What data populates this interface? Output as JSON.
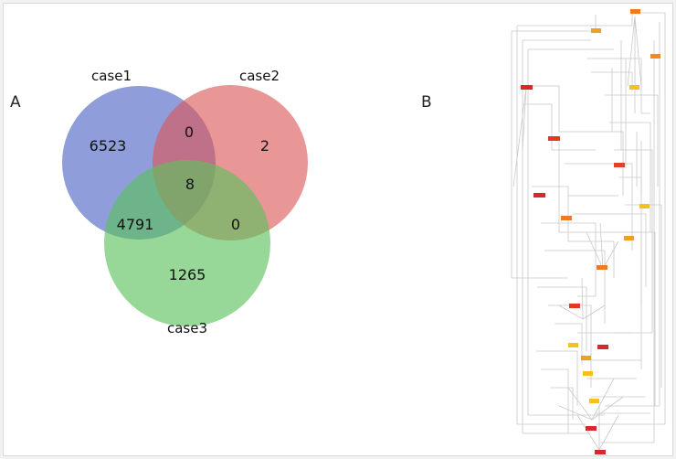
{
  "panel_a": {
    "label": "A",
    "title": "",
    "sets": [
      {
        "name": "case1",
        "color": "#6f86d2"
      },
      {
        "name": "case2",
        "color": "#e06a6c"
      },
      {
        "name": "case3",
        "color": "#6bc56b"
      }
    ],
    "regions": {
      "case1_only": "6523",
      "case2_only": "2",
      "case3_only": "1265",
      "case1_case2": "0",
      "case1_case3": "4791",
      "case2_case3": "0",
      "all_three": "8"
    }
  },
  "panel_b": {
    "label": "B",
    "description_colors": {
      "edge": "#c9c9c9",
      "node_red": "#d9272b",
      "node_orange": "#f07a22",
      "node_yellow": "#f4c21c"
    }
  }
}
